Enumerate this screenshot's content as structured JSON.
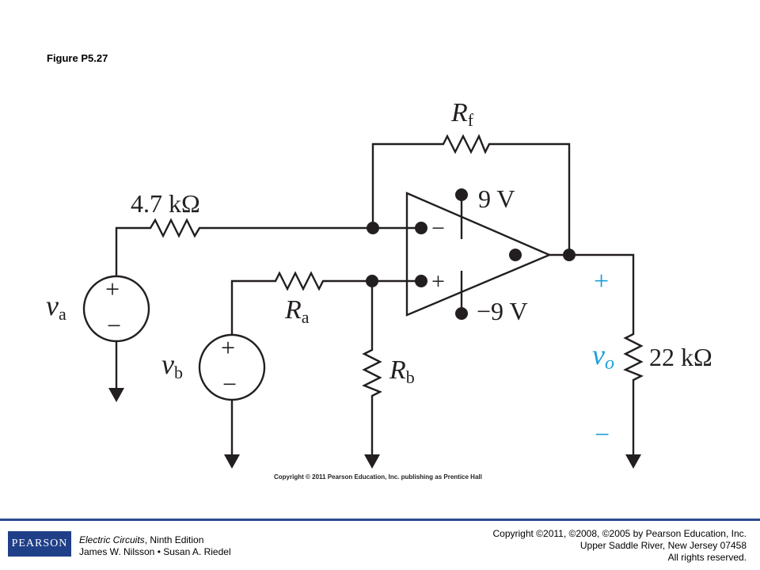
{
  "figure": {
    "title": "Figure P5.27"
  },
  "circuit": {
    "labels": {
      "rf_main": "R",
      "rf_sub": "f",
      "r_in": "4.7 kΩ",
      "ra_main": "R",
      "ra_sub": "a",
      "rb_main": "R",
      "rb_sub": "b",
      "va_main": "v",
      "va_sub": "a",
      "vb_main": "v",
      "vb_sub": "b",
      "vo_main": "v",
      "vo_sub": "o",
      "r_load": "22 kΩ",
      "supply_pos": "9 V",
      "supply_neg": "−9 V",
      "inv_sign": "−",
      "noninv_sign": "+",
      "src_plus": "+",
      "src_minus": "−",
      "vo_plus": "+",
      "vo_minus": "−"
    },
    "colors": {
      "wire": "#231f20",
      "accent": "#1aa0d8"
    }
  },
  "image_copyright": "Copyright © 2011 Pearson Education, Inc. publishing as Prentice Hall",
  "footer": {
    "logo": "PEARSON",
    "book_title": "Electric Circuits",
    "book_edition": ", Ninth Edition",
    "authors": "James W. Nilsson • Susan A. Riedel",
    "copyright": "Copyright ©2011, ©2008, ©2005 by Pearson Education, Inc.",
    "address": "Upper Saddle River, New Jersey 07458",
    "rights": "All rights reserved."
  }
}
